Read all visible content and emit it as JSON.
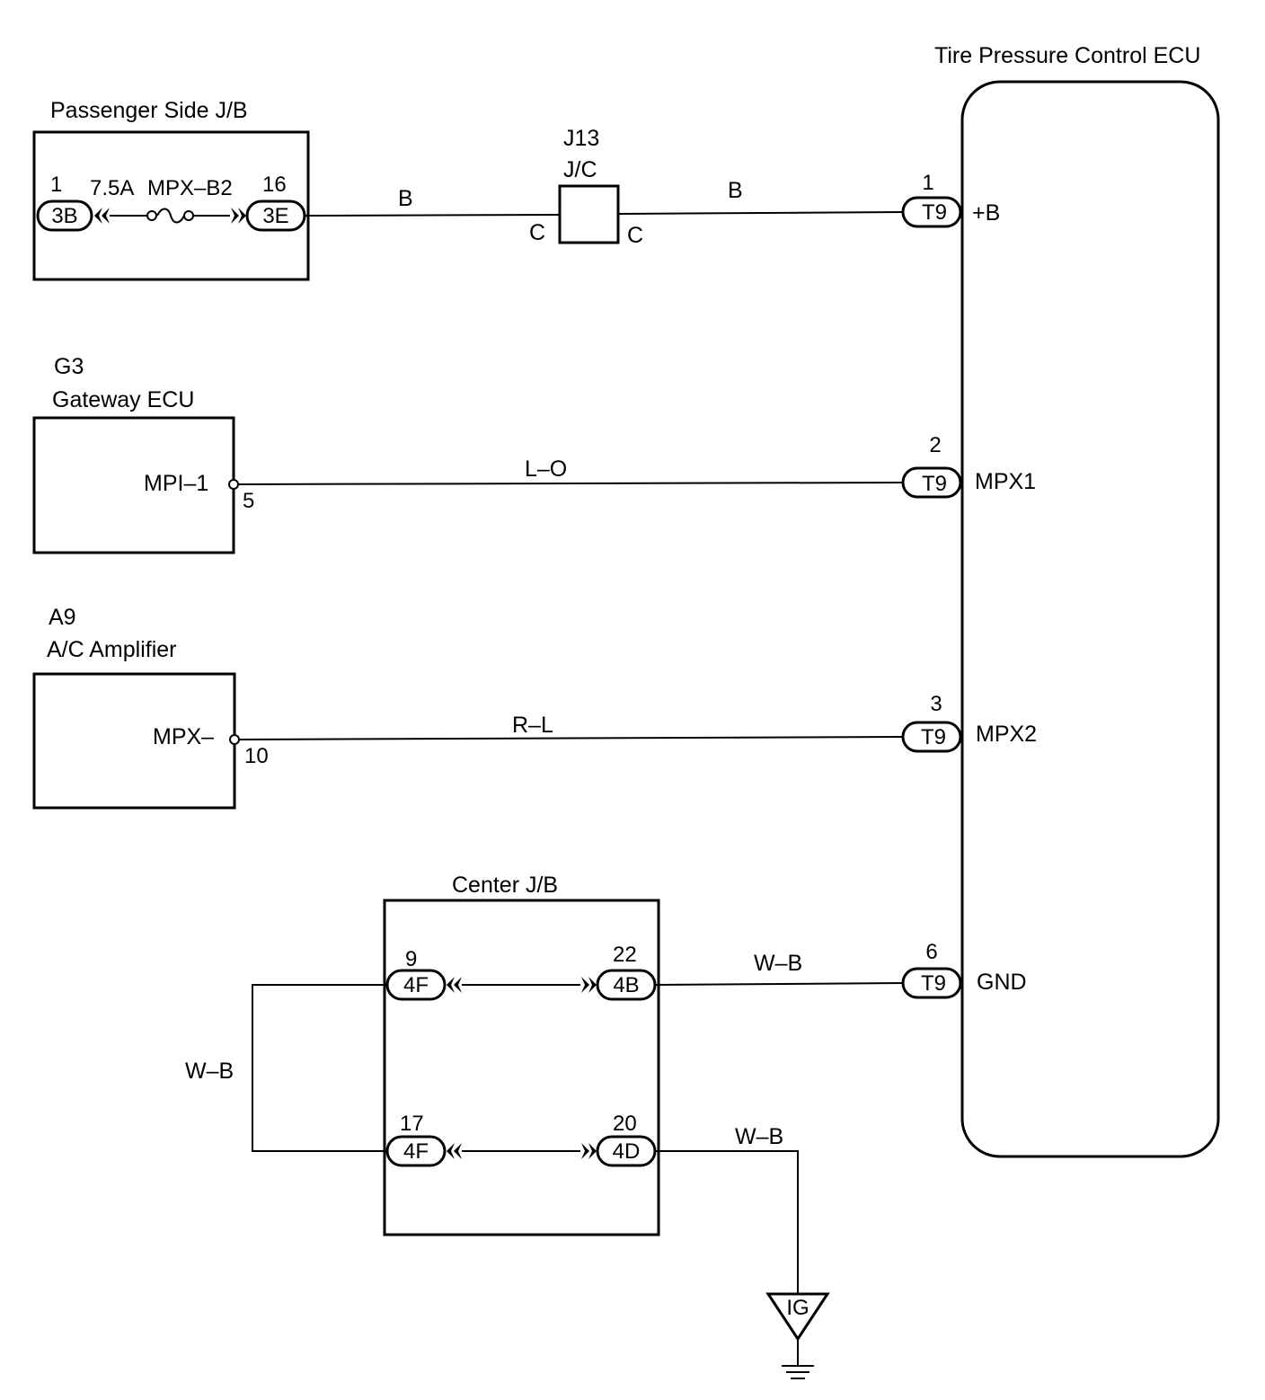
{
  "components": {
    "passenger_jb": {
      "name": "Passenger Side J/B"
    },
    "jc": {
      "id": "J13",
      "name": "J/C",
      "left_pin": "C",
      "right_pin": "C"
    },
    "gateway": {
      "id": "G3",
      "name": "Gateway ECU",
      "terminal": "MPI–1",
      "pin": "5"
    },
    "ac_amp": {
      "id": "A9",
      "name": "A/C Amplifier",
      "terminal": "MPX–",
      "pin": "10"
    },
    "center_jb": {
      "name": "Center J/B"
    },
    "ecu": {
      "name": "Tire Pressure Control ECU"
    },
    "ground": {
      "label": "IG"
    }
  },
  "fuse": {
    "rating": "7.5A",
    "name": "MPX–B2"
  },
  "connectors": {
    "pjb_left": {
      "pin": "1",
      "code": "3B"
    },
    "pjb_right": {
      "pin": "16",
      "code": "3E"
    },
    "ecu_1": {
      "pin": "1",
      "code": "T9",
      "terminal": "+B"
    },
    "ecu_2": {
      "pin": "2",
      "code": "T9",
      "terminal": "MPX1"
    },
    "ecu_3": {
      "pin": "3",
      "code": "T9",
      "terminal": "MPX2"
    },
    "ecu_6": {
      "pin": "6",
      "code": "T9",
      "terminal": "GND"
    },
    "cjb_9": {
      "pin": "9",
      "code": "4F"
    },
    "cjb_22": {
      "pin": "22",
      "code": "4B"
    },
    "cjb_17": {
      "pin": "17",
      "code": "4F"
    },
    "cjb_20": {
      "pin": "20",
      "code": "4D"
    }
  },
  "wires": {
    "b_left": "B",
    "b_right": "B",
    "lo": "L–O",
    "rl": "R–L",
    "wb_ecu": "W–B",
    "wb_loop": "W–B",
    "wb_ground": "W–B"
  }
}
